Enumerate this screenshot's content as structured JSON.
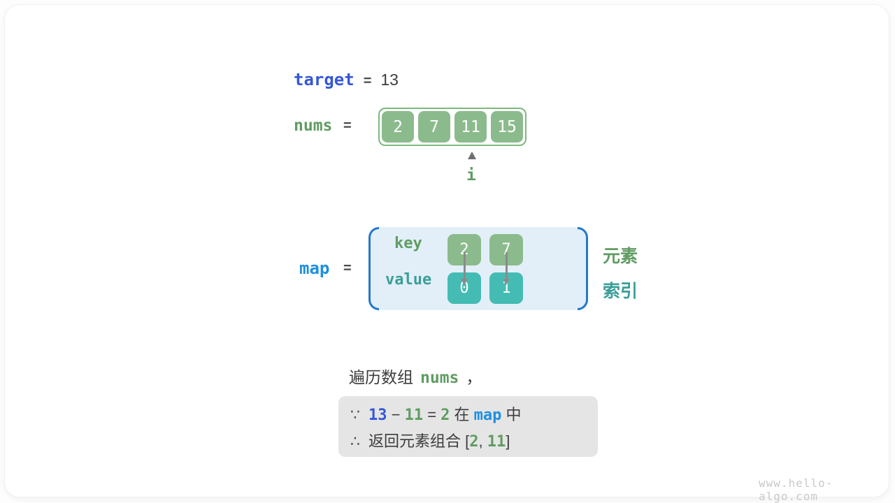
{
  "figure": {
    "target": {
      "name": "target",
      "equals": "=",
      "value": "13"
    },
    "nums": {
      "name": "nums",
      "equals": "=",
      "values": [
        "2",
        "7",
        "11",
        "15"
      ],
      "pointer": {
        "label": "i",
        "points_to_index": 2
      }
    },
    "map": {
      "name": "map",
      "equals": "=",
      "key_label": "key",
      "value_label": "value",
      "entries": [
        {
          "key": "2",
          "value": "0"
        },
        {
          "key": "7",
          "value": "1"
        }
      ]
    },
    "legend": {
      "element": "元素",
      "index": "索引"
    },
    "caption": {
      "before": "遍历数组",
      "code": "nums",
      "after": "，"
    },
    "conclusion": {
      "because_symbol": "∵",
      "therefore_symbol": "∴",
      "line1": {
        "target": "13",
        "minus": " − ",
        "subtrahend": "11",
        "equals": " = ",
        "difference": "2",
        "in_text": " 在 ",
        "map_name": "map",
        "suffix_text": " 中"
      },
      "line2": {
        "text": "返回元素组合 ",
        "open_bracket": "[",
        "first": "2",
        "comma": ", ",
        "second": "11",
        "close_bracket": "]"
      }
    },
    "watermark": "www.hello-algo.com"
  },
  "colors": {
    "keyword_blue": "#3657d6",
    "map_blue": "#1e8fe0",
    "green_text": "#609c62",
    "green_cell": "#8bbb8c",
    "green_border": "#7cb97e",
    "teal_text": "#3b9e99",
    "teal_cell": "#44bcb3",
    "map_fill": "#e2eff8",
    "map_bracket": "#2478cc",
    "gray_box": "#e5e5e5",
    "arrow_gray": "#8b8b8b",
    "text_dark": "#3d3d3d"
  }
}
